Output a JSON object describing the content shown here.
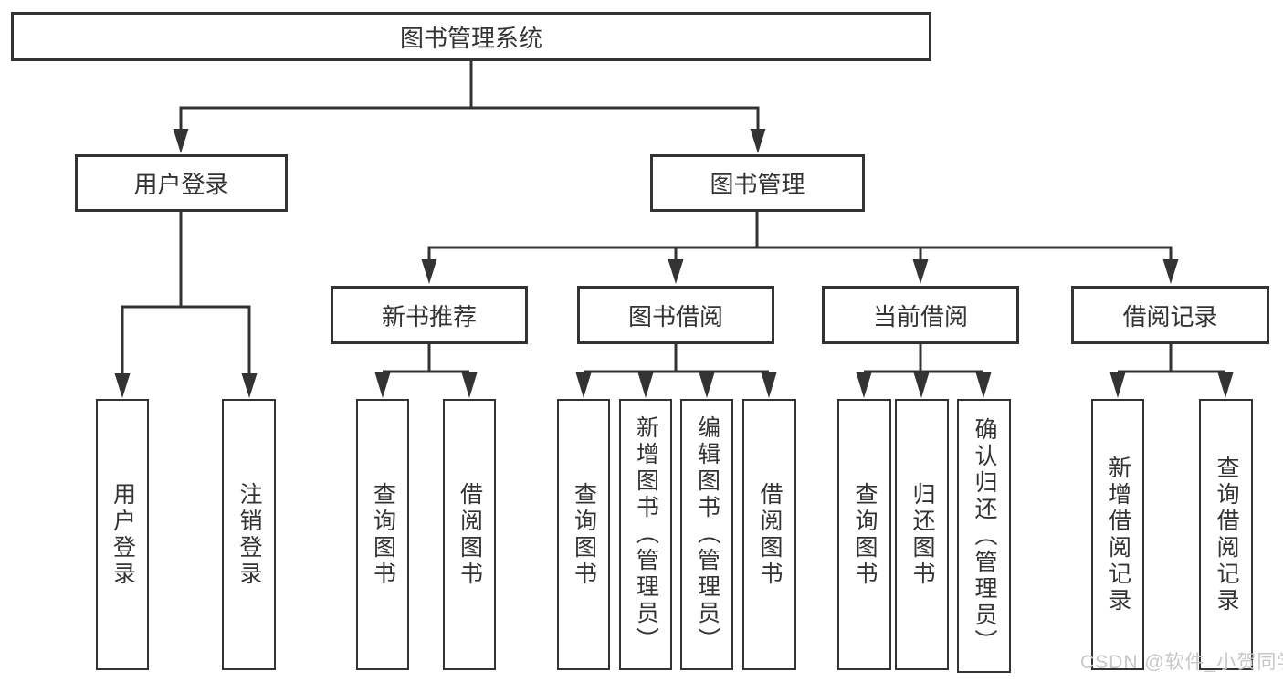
{
  "tree": {
    "label": "图书管理系统",
    "children": [
      {
        "label": "用户登录",
        "children": [
          {
            "label": "用户登录"
          },
          {
            "label": "注销登录"
          }
        ]
      },
      {
        "label": "图书管理",
        "children": [
          {
            "label": "新书推荐",
            "children": [
              {
                "label": "查询图书"
              },
              {
                "label": "借阅图书"
              }
            ]
          },
          {
            "label": "图书借阅",
            "children": [
              {
                "label": "查询图书"
              },
              {
                "label": "新增图书（管理员）"
              },
              {
                "label": "编辑图书（管理员）"
              },
              {
                "label": "借阅图书"
              }
            ]
          },
          {
            "label": "当前借阅",
            "children": [
              {
                "label": "查询图书"
              },
              {
                "label": "归还图书"
              },
              {
                "label": "确认归还（管理员）"
              }
            ]
          },
          {
            "label": "借阅记录",
            "children": [
              {
                "label": "新增借阅记录"
              },
              {
                "label": "查询借阅记录"
              }
            ]
          }
        ]
      }
    ]
  },
  "watermark": "CSDN @软件_小贺同学",
  "colors": {
    "line": "#333333",
    "text": "#333333",
    "watermark": "#c5c8cb",
    "background": "#ffffff"
  }
}
